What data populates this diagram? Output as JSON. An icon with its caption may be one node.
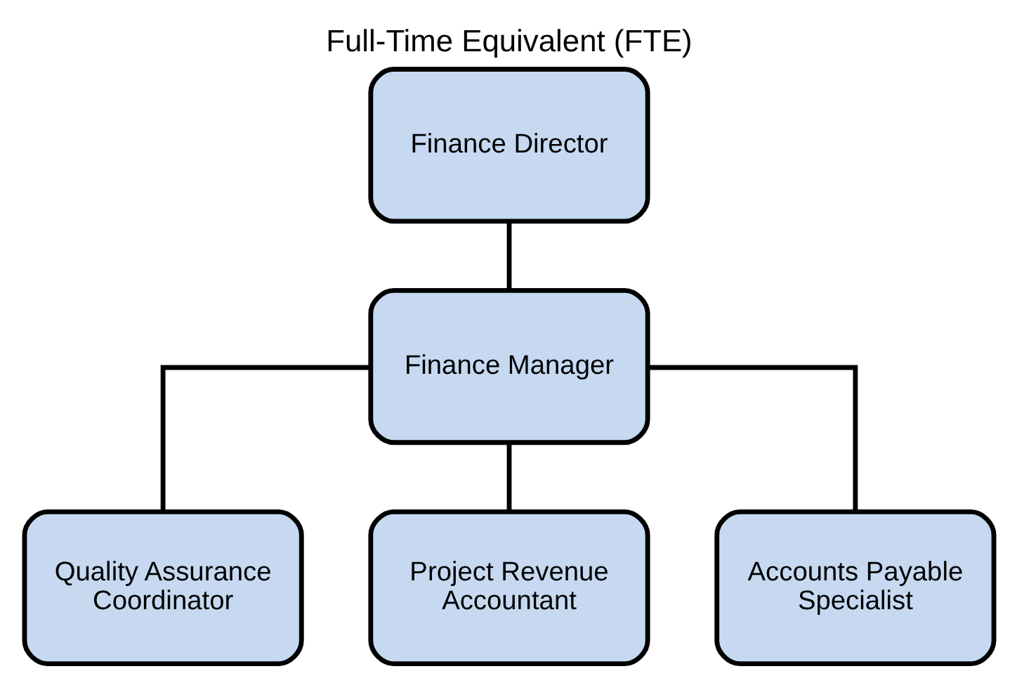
{
  "diagram": {
    "title": "Full-Time Equivalent (FTE)",
    "nodes": [
      {
        "text": [
          "Finance Director"
        ]
      },
      {
        "text": [
          "Finance Manager"
        ]
      },
      {
        "text": [
          "Quality Assurance Coordinator"
        ]
      },
      {
        "text": [
          "Project Revenue Accountant"
        ]
      },
      {
        "text": [
          "Accounts Payable Specialist"
        ]
      }
    ],
    "edges": [
      {
        "from": 0,
        "to": 1,
        "arrow": "none"
      },
      {
        "from": 1,
        "to": 2,
        "arrow": "none"
      },
      {
        "from": 1,
        "to": 3,
        "arrow": "none"
      },
      {
        "from": 1,
        "to": 4,
        "arrow": "none"
      }
    ]
  }
}
